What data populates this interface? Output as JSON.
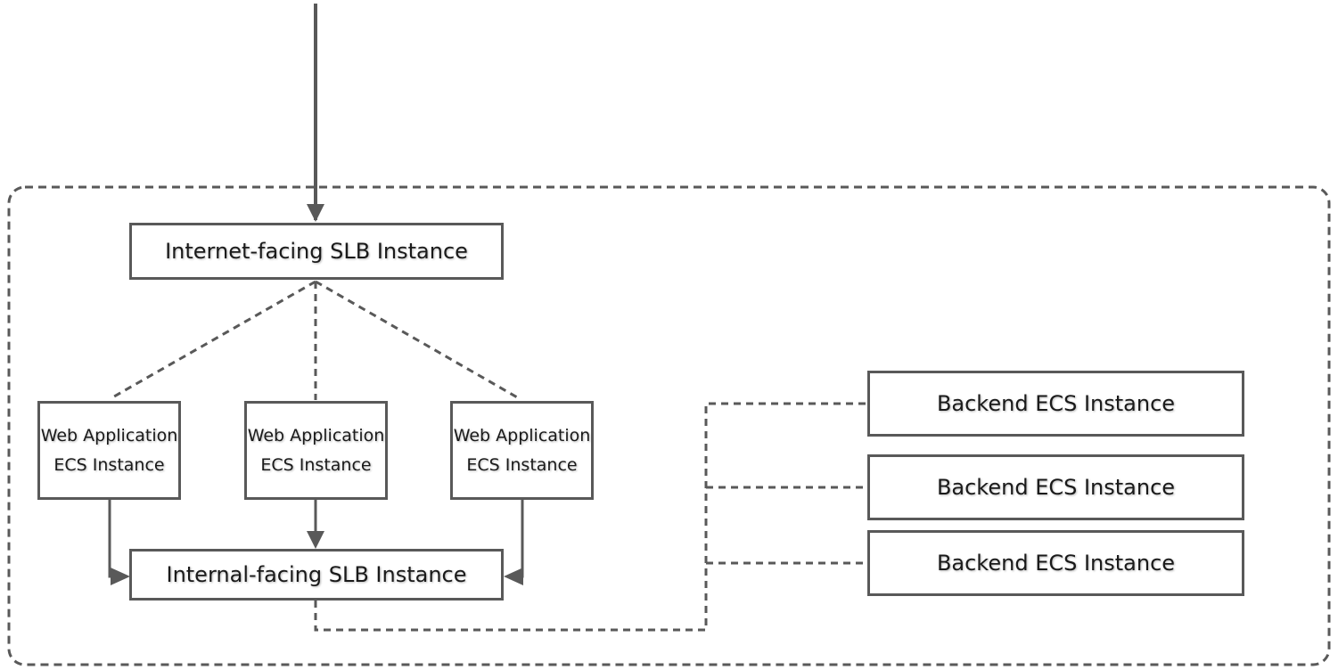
{
  "diagram": {
    "internet_slb": {
      "label": "Internet-facing SLB Instance"
    },
    "web_app_ecs": [
      {
        "line1": "Web Application",
        "line2": "ECS Instance"
      },
      {
        "line1": "Web Application",
        "line2": "ECS Instance"
      },
      {
        "line1": "Web Application",
        "line2": "ECS Instance"
      }
    ],
    "internal_slb": {
      "label": "Internal-facing SLB Instance"
    },
    "backend_ecs": [
      {
        "label": "Backend ECS Instance"
      },
      {
        "label": "Backend ECS Instance"
      },
      {
        "label": "Backend ECS Instance"
      }
    ],
    "colors": {
      "line": "#595959",
      "border": "#595959",
      "text": "#1a1a1a"
    }
  }
}
